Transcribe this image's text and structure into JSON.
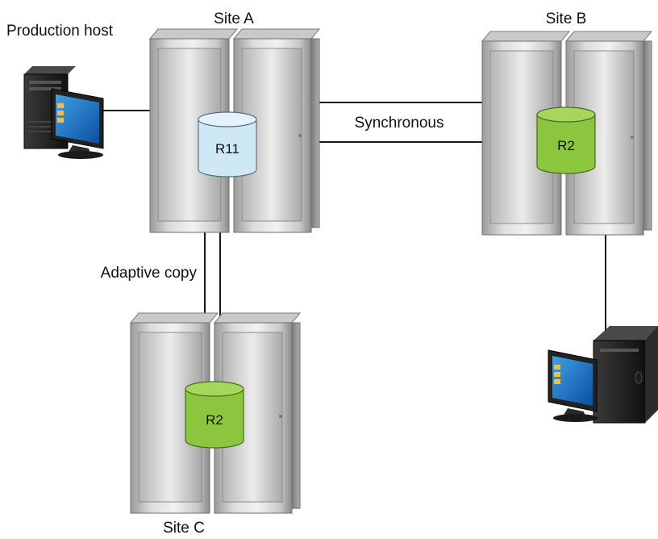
{
  "labels": {
    "production_host": "Production host",
    "site_a": "Site A",
    "site_b": "Site B",
    "site_c": "Site C",
    "synchronous": "Synchronous",
    "adaptive_copy": "Adaptive copy"
  },
  "devices": {
    "site_a_device": "R11",
    "site_b_device": "R2",
    "site_c_device": "R2"
  },
  "colors": {
    "r11_fill": "#cfe8f5",
    "r2_fill": "#8cc63f",
    "cabinet_light": "#e6e6e6",
    "cabinet_dark": "#8c8c8c",
    "link": "#1a1a1a"
  }
}
